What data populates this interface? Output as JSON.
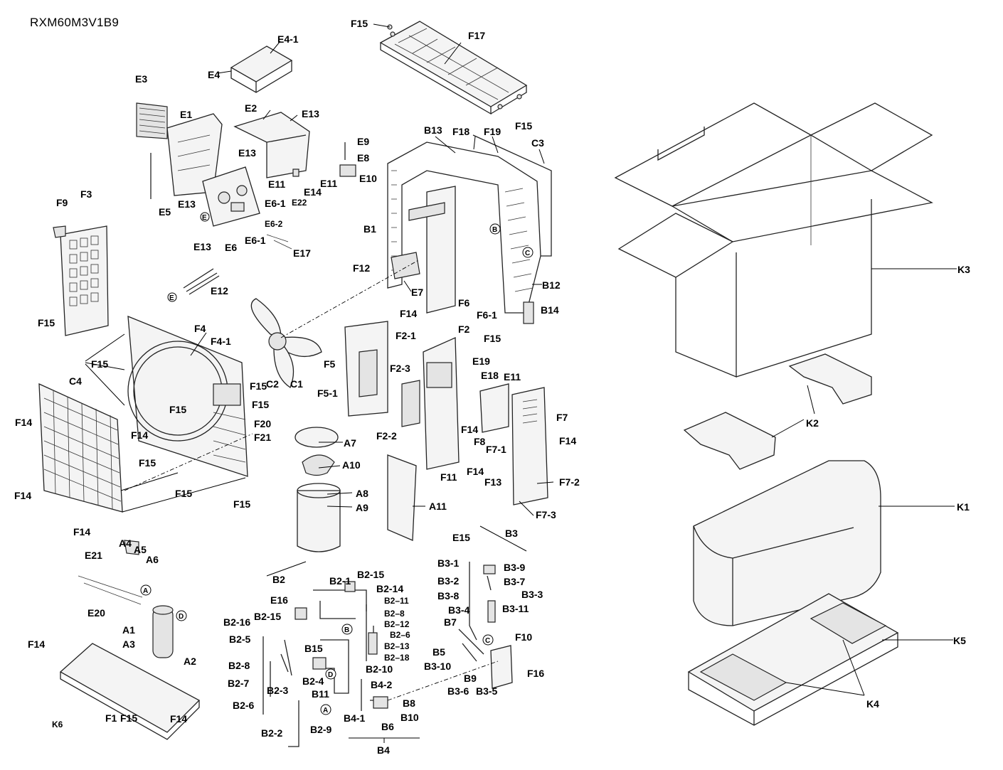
{
  "model": "RXM60M3V1B9",
  "labels": {
    "F15": "F15",
    "F17": "F17",
    "E4-1": "E4-1",
    "E4": "E4",
    "E3": "E3",
    "E1": "E1",
    "E2": "E2",
    "E13": "E13",
    "E9": "E9",
    "E8": "E8",
    "E10": "E10",
    "E11": "E11",
    "E14": "E14",
    "E22": "E22",
    "E6-1": "E6-1",
    "E6-2": "E6-2",
    "E6": "E6",
    "E17": "E17",
    "E5": "E5",
    "F9": "F9",
    "F3": "F3",
    "E12": "E12",
    "B13": "B13",
    "F18": "F18",
    "F19": "F19",
    "C3": "C3",
    "B1": "B1",
    "F12": "F12",
    "E7": "E7",
    "F6": "F6",
    "F6-1": "F6-1",
    "B12": "B12",
    "B14": "B14",
    "F4": "F4",
    "F4-1": "F4-1",
    "C2": "C2",
    "C1": "C1",
    "F2-1": "F2-1",
    "F2": "F2",
    "F5": "F5",
    "F5-1": "F5-1",
    "F2-3": "F2-3",
    "E19": "E19",
    "E18": "E18",
    "C4": "C4",
    "F14": "F14",
    "F20": "F20",
    "F21": "F21",
    "F7": "F7",
    "F8": "F8",
    "F7-1": "F7-1",
    "F2-2": "F2-2",
    "F11": "F11",
    "F13": "F13",
    "F7-2": "F7-2",
    "F7-3": "F7-3",
    "A7": "A7",
    "A10": "A10",
    "A8": "A8",
    "A9": "A9",
    "A11": "A11",
    "B3": "B3",
    "E15": "E15",
    "B3-1": "B3-1",
    "B3-9": "B3-9",
    "B3-7": "B3-7",
    "B3-2": "B3-2",
    "B3-3": "B3-3",
    "B3-8": "B3-8",
    "B3-4": "B3-4",
    "B3-11": "B3-11",
    "B7": "B7",
    "F10": "F10",
    "B5": "B5",
    "B3-10": "B3-10",
    "B9": "B9",
    "B3-6": "B3-6",
    "B3-5": "B3-5",
    "F16": "F16",
    "E21": "E21",
    "A4": "A4",
    "A5": "A5",
    "A6": "A6",
    "E20": "E20",
    "A1": "A1",
    "A3": "A3",
    "A2": "A2",
    "K6": "K6",
    "F1": "F1",
    "B2": "B2",
    "E16": "E16",
    "B2-1": "B2-1",
    "B2-15": "B2-15",
    "B2-14": "B2-14",
    "B2-11": "B2–11",
    "B2-16": "B2-16",
    "B2-8": "B2–8",
    "B2-12": "B2–12",
    "B2-6": "B2–6",
    "B2-13": "B2–13",
    "B2-18": "B2–18",
    "B2-5": "B2-5",
    "B15": "B15",
    "B2-10": "B2-10",
    "B2-4": "B2-4",
    "B2-3": "B2-3",
    "B11": "B11",
    "B2-7": "B2-7",
    "B2-8b": "B2-8",
    "B2-6b": "B2-6",
    "B2-2": "B2-2",
    "B2-9": "B2-9",
    "B4-2": "B4-2",
    "B4-1": "B4-1",
    "B8": "B8",
    "B10": "B10",
    "B6": "B6",
    "B4": "B4",
    "K3": "K3",
    "K2": "K2",
    "K1": "K1",
    "K5": "K5",
    "K4": "K4"
  },
  "markers": {
    "A": "A",
    "B": "B",
    "C": "C",
    "D": "D",
    "E": "E"
  }
}
